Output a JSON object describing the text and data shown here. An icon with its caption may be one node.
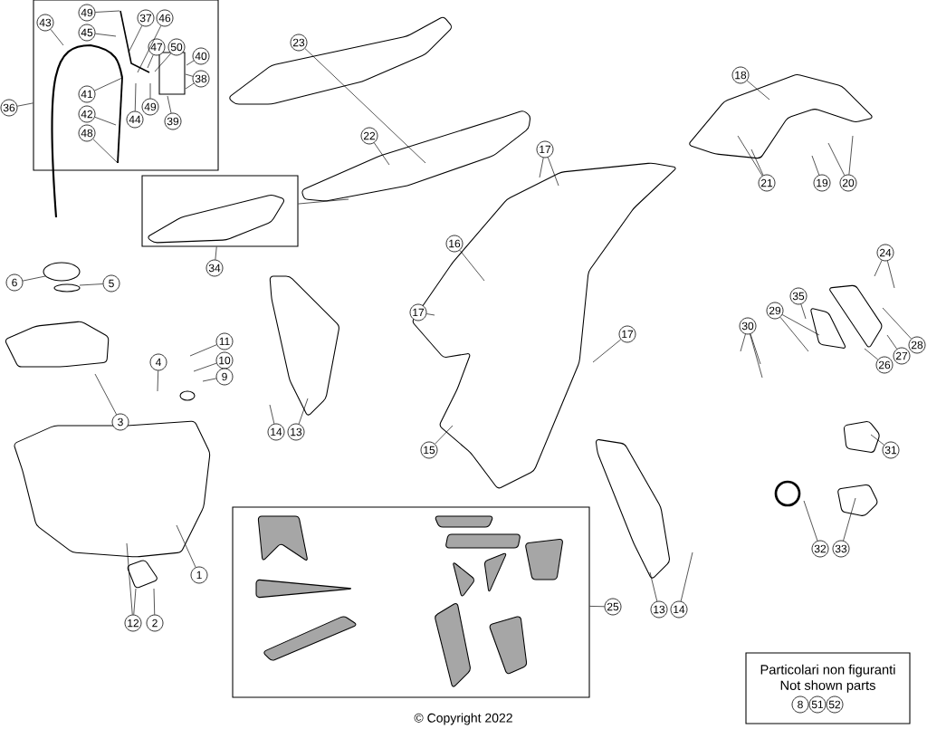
{
  "diagram": {
    "nodes": [
      {
        "text": [],
        "shape": "box"
      },
      {
        "text": [
          "49"
        ],
        "in": 0
      },
      {
        "text": [
          "43"
        ],
        "in": 0
      },
      {
        "text": [
          "45"
        ],
        "in": 0
      },
      {
        "text": [
          "37"
        ],
        "in": 0
      },
      {
        "text": [
          "46"
        ],
        "in": 0
      },
      {
        "text": [
          "47"
        ],
        "in": 0
      },
      {
        "text": [
          "50"
        ],
        "in": 0
      },
      {
        "text": [
          "40"
        ],
        "in": 0
      },
      {
        "text": [
          "38"
        ],
        "in": 0
      },
      {
        "text": [
          "41"
        ],
        "in": 0
      },
      {
        "text": [
          "44"
        ],
        "in": 0
      },
      {
        "text": [
          "49"
        ],
        "in": 0
      },
      {
        "text": [
          "39"
        ],
        "in": 0
      },
      {
        "text": [
          "42"
        ],
        "in": 0
      },
      {
        "text": [
          "48"
        ],
        "in": 0
      },
      {
        "text": [
          "36"
        ]
      },
      {
        "text": [
          "23"
        ]
      },
      {
        "text": [],
        "shape": "box"
      },
      {
        "text": [
          "22"
        ]
      },
      {
        "text": [
          "18"
        ]
      },
      {
        "text": [
          "17"
        ]
      },
      {
        "text": [
          "21"
        ]
      },
      {
        "text": [
          "19"
        ]
      },
      {
        "text": [
          "20"
        ]
      },
      {
        "text": [
          "16"
        ]
      },
      {
        "text": [
          "34"
        ]
      },
      {
        "text": [
          "24"
        ]
      },
      {
        "text": [
          "6"
        ]
      },
      {
        "text": [
          "5"
        ]
      },
      {
        "text": [
          "35"
        ]
      },
      {
        "text": [
          "29"
        ]
      },
      {
        "text": [
          "17"
        ]
      },
      {
        "text": [
          "30"
        ]
      },
      {
        "text": [
          "3"
        ]
      },
      {
        "text": [
          "4"
        ]
      },
      {
        "text": [
          "11"
        ]
      },
      {
        "text": [
          "10"
        ]
      },
      {
        "text": [
          "9"
        ]
      },
      {
        "text": [
          "17"
        ]
      },
      {
        "text": [
          "26"
        ]
      },
      {
        "text": [
          "27"
        ]
      },
      {
        "text": [
          "28"
        ]
      },
      {
        "text": [
          "31"
        ]
      },
      {
        "text": [
          "14"
        ]
      },
      {
        "text": [
          "13"
        ]
      },
      {
        "text": [
          "15"
        ]
      },
      {
        "text": [
          "1"
        ]
      },
      {
        "text": [],
        "shape": "box"
      },
      {
        "text": [
          "32"
        ]
      },
      {
        "text": [
          "33"
        ]
      },
      {
        "text": [
          "25"
        ]
      },
      {
        "text": [
          "13"
        ]
      },
      {
        "text": [
          "14"
        ]
      },
      {
        "text": [
          "12"
        ]
      },
      {
        "text": [
          "2"
        ]
      },
      {
        "text": [
          "Particolari non figuranti",
          "Not shown parts"
        ]
      },
      {
        "text": [
          "8"
        ],
        "in": 56
      },
      {
        "text": [
          "51"
        ],
        "in": 56
      },
      {
        "text": [
          "52"
        ],
        "in": 56
      }
    ],
    "edges": [
      {
        "from": 1,
        "to": null,
        "arrow": "none"
      },
      {
        "from": 2,
        "to": null,
        "arrow": "none"
      },
      {
        "from": 3,
        "to": null,
        "arrow": "none"
      },
      {
        "from": 4,
        "to": null,
        "arrow": "none"
      },
      {
        "from": 5,
        "to": null,
        "arrow": "none"
      },
      {
        "from": 6,
        "to": null,
        "arrow": "none"
      },
      {
        "from": 7,
        "to": null,
        "arrow": "none"
      },
      {
        "from": 8,
        "to": null,
        "arrow": "none"
      },
      {
        "from": 9,
        "to": null,
        "arrow": "none"
      },
      {
        "from": 9,
        "to": null,
        "arrow": "none"
      },
      {
        "from": 10,
        "to": null,
        "arrow": "none"
      },
      {
        "from": 11,
        "to": null,
        "arrow": "none"
      },
      {
        "from": 12,
        "to": null,
        "arrow": "none"
      },
      {
        "from": 13,
        "to": null,
        "arrow": "none"
      },
      {
        "from": 14,
        "to": null,
        "arrow": "none"
      },
      {
        "from": 15,
        "to": null,
        "arrow": "none"
      },
      {
        "from": 16,
        "to": 0,
        "arrow": "none"
      },
      {
        "from": 17,
        "to": null,
        "arrow": "none"
      },
      {
        "from": 19,
        "to": null,
        "arrow": "none"
      },
      {
        "from": 18,
        "to": null,
        "arrow": "none"
      },
      {
        "from": 20,
        "to": null,
        "arrow": "none"
      },
      {
        "from": 21,
        "to": null,
        "arrow": "none"
      },
      {
        "from": 21,
        "to": null,
        "arrow": "none"
      },
      {
        "from": 22,
        "to": null,
        "arrow": "none"
      },
      {
        "from": 22,
        "to": null,
        "arrow": "none"
      },
      {
        "from": 23,
        "to": null,
        "arrow": "none"
      },
      {
        "from": 24,
        "to": null,
        "arrow": "none"
      },
      {
        "from": 24,
        "to": null,
        "arrow": "none"
      },
      {
        "from": 25,
        "to": null,
        "arrow": "none"
      },
      {
        "from": 26,
        "to": 18,
        "arrow": "none"
      },
      {
        "from": 27,
        "to": null,
        "arrow": "none"
      },
      {
        "from": 27,
        "to": null,
        "arrow": "none"
      },
      {
        "from": 28,
        "to": null,
        "arrow": "none"
      },
      {
        "from": 29,
        "to": null,
        "arrow": "none"
      },
      {
        "from": 30,
        "to": null,
        "arrow": "none"
      },
      {
        "from": 31,
        "to": null,
        "arrow": "none"
      },
      {
        "from": 31,
        "to": null,
        "arrow": "none"
      },
      {
        "from": 32,
        "to": null,
        "arrow": "none"
      },
      {
        "from": 33,
        "to": null,
        "arrow": "none"
      },
      {
        "from": 33,
        "to": null,
        "arrow": "none"
      },
      {
        "from": 33,
        "to": null,
        "arrow": "none"
      },
      {
        "from": 34,
        "to": null,
        "arrow": "none"
      },
      {
        "from": 35,
        "to": null,
        "arrow": "none"
      },
      {
        "from": 36,
        "to": null,
        "arrow": "none"
      },
      {
        "from": 37,
        "to": null,
        "arrow": "none"
      },
      {
        "from": 38,
        "to": null,
        "arrow": "none"
      },
      {
        "from": 39,
        "to": null,
        "arrow": "none"
      },
      {
        "from": 40,
        "to": null,
        "arrow": "none"
      },
      {
        "from": 41,
        "to": null,
        "arrow": "none"
      },
      {
        "from": 42,
        "to": null,
        "arrow": "none"
      },
      {
        "from": 43,
        "to": null,
        "arrow": "none"
      },
      {
        "from": 44,
        "to": null,
        "arrow": "none"
      },
      {
        "from": 45,
        "to": null,
        "arrow": "none"
      },
      {
        "from": 46,
        "to": null,
        "arrow": "none"
      },
      {
        "from": 47,
        "to": null,
        "arrow": "none"
      },
      {
        "from": 49,
        "to": null,
        "arrow": "none"
      },
      {
        "from": 50,
        "to": null,
        "arrow": "none"
      },
      {
        "from": 51,
        "to": 48,
        "arrow": "none"
      },
      {
        "from": 52,
        "to": null,
        "arrow": "none"
      },
      {
        "from": 53,
        "to": null,
        "arrow": "none"
      },
      {
        "from": 54,
        "to": null,
        "arrow": "none"
      },
      {
        "from": 54,
        "to": null,
        "arrow": "none"
      },
      {
        "from": 55,
        "to": null,
        "arrow": "none"
      }
    ],
    "labels": [
      "© Copyright 2022"
    ]
  }
}
